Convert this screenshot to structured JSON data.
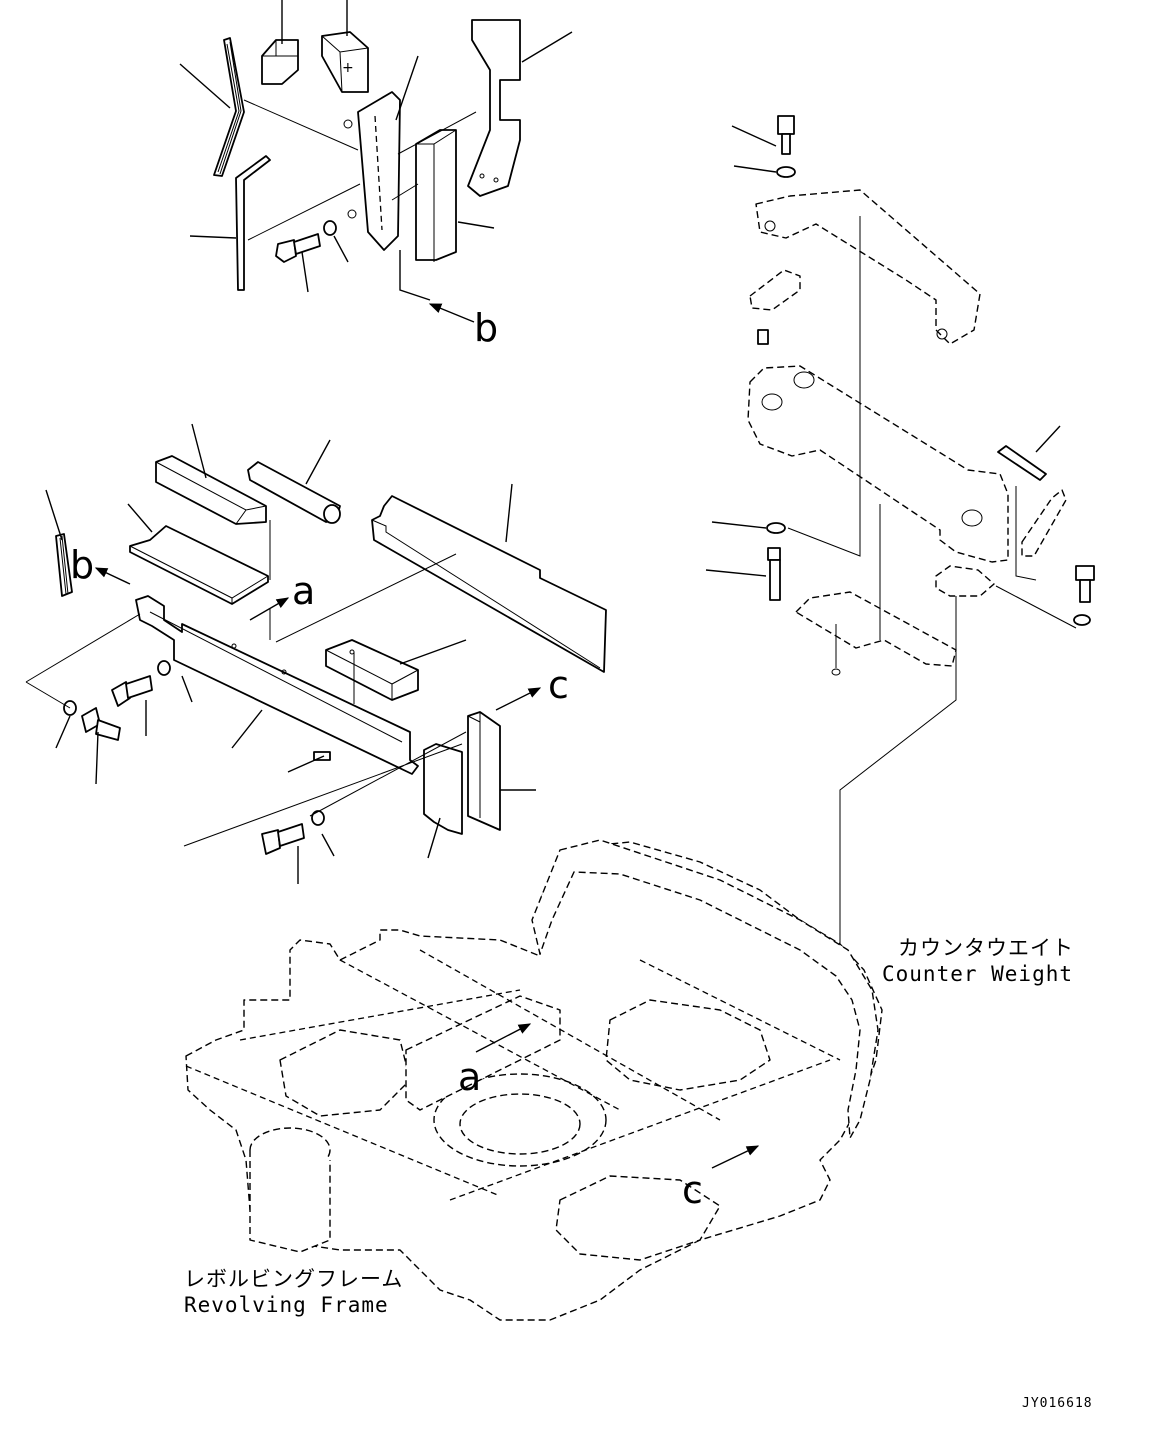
{
  "callouts": {
    "a_top": "a",
    "b_top": "b",
    "b_left": "b",
    "c_top": "c",
    "a_frame": "a",
    "c_frame": "c"
  },
  "labels": {
    "counterweight_jp": "カウンタウエイト",
    "counterweight_en": "Counter Weight",
    "frame_jp": "レボルビングフレーム",
    "frame_en": "Revolving Frame"
  },
  "drawing_code": "JY016618",
  "icons": {
    "arrow": "arrow-icon",
    "bolt": "bolt-icon",
    "washer": "washer-icon"
  }
}
